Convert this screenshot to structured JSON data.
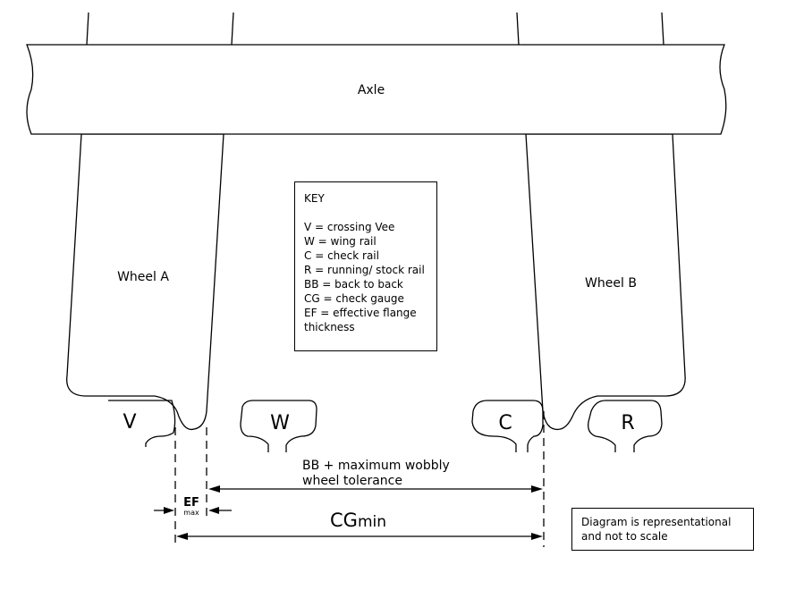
{
  "labels": {
    "axle": "Axle",
    "wheel_a": "Wheel A",
    "wheel_b": "Wheel B",
    "rail_v": "V",
    "rail_w": "W",
    "rail_c": "C",
    "rail_r": "R",
    "bb_line1": "BB + maximum wobbly",
    "bb_line2": "wheel tolerance",
    "ef": "EF",
    "ef_sub": "max",
    "cg": "CG",
    "cg_sub": "min"
  },
  "key": {
    "title": "KEY",
    "lines": [
      "V = crossing Vee",
      "W = wing rail",
      "C = check rail",
      "R = running/ stock rail",
      "BB = back to back",
      "CG = check gauge",
      "EF = effective flange",
      "thickness"
    ]
  },
  "note": {
    "line1": "Diagram is representational",
    "line2": "and not to scale"
  }
}
